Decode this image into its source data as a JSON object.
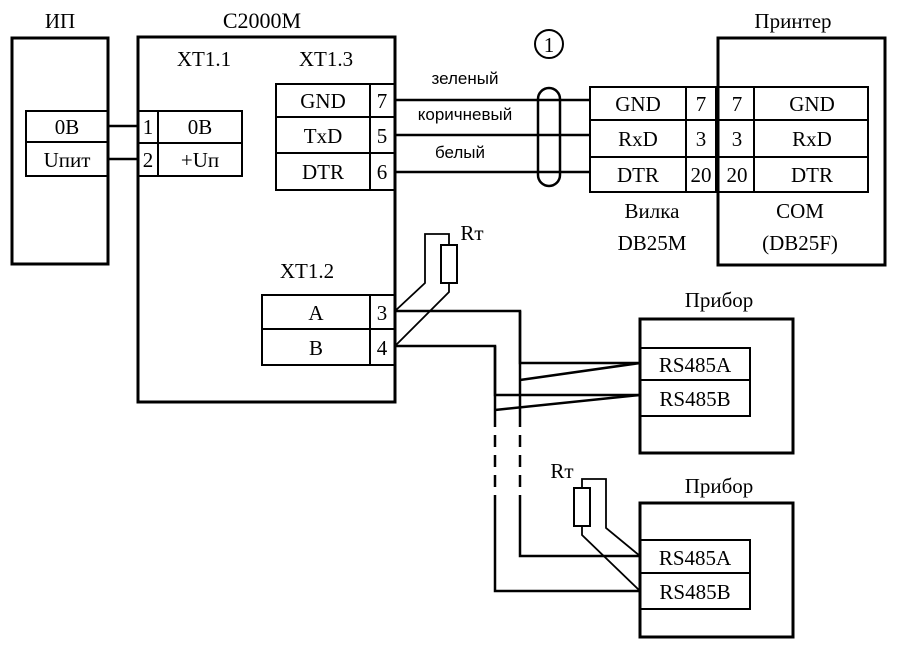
{
  "psu": {
    "title": "ИП",
    "rows": [
      "0В",
      "Uпит"
    ]
  },
  "controller": {
    "title": "С2000М",
    "xt11": {
      "label": "XT1.1",
      "pins": [
        "1",
        "2"
      ],
      "signals": [
        "0В",
        "+Uп"
      ]
    },
    "xt13": {
      "label": "XT1.3",
      "signals": [
        "GND",
        "TxD",
        "DTR"
      ],
      "pins": [
        "7",
        "5",
        "6"
      ]
    },
    "xt12": {
      "label": "XT1.2",
      "signals": [
        "A",
        "B"
      ],
      "pins": [
        "3",
        "4"
      ]
    }
  },
  "cable": {
    "marker": "1",
    "wires": [
      "зеленый",
      "коричневый",
      "белый"
    ]
  },
  "plug": {
    "signals": [
      "GND",
      "RxD",
      "DTR"
    ],
    "pins": [
      "7",
      "3",
      "20"
    ],
    "caption_line1": "Вилка",
    "caption_line2": "DB25M"
  },
  "printer": {
    "title": "Принтер",
    "pins": [
      "7",
      "3",
      "20"
    ],
    "signals": [
      "GND",
      "RxD",
      "DTR"
    ],
    "caption_line1": "COM",
    "caption_line2": "(DB25F)"
  },
  "terminator1": {
    "label": "Rт"
  },
  "terminator2": {
    "label": "Rт"
  },
  "device1": {
    "title": "Прибор",
    "terminals": [
      "RS485A",
      "RS485B"
    ]
  },
  "device2": {
    "title": "Прибор",
    "terminals": [
      "RS485A",
      "RS485B"
    ]
  }
}
